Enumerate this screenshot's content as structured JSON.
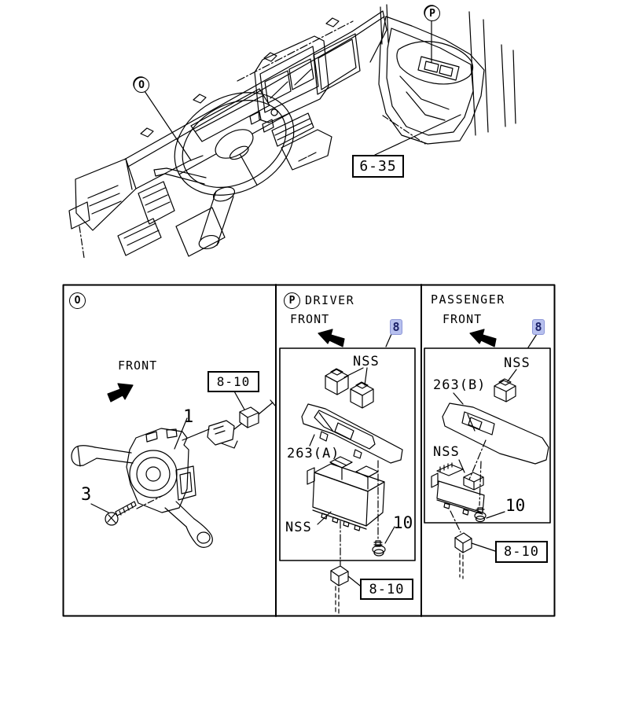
{
  "colors": {
    "line": "#000000",
    "background": "#ffffff",
    "link_bg": "#b7c0ee",
    "link_border": "#8c96d8",
    "link_fg": "#1b2168"
  },
  "overview": {
    "callout_o": "O",
    "callout_p": "P",
    "console_ref": "6-35"
  },
  "panel": {
    "left": {
      "callout": "O",
      "front_label": "FRONT",
      "harness_ref": "8-10",
      "item_1": "1",
      "item_3": "3"
    },
    "driver": {
      "callout": "P",
      "title": "DRIVER",
      "front_label": "FRONT",
      "page_link": "8",
      "nss_switches": "NSS",
      "bezel": "263(A)",
      "nss_master": "NSS",
      "screw": "10",
      "harness_ref": "8-10"
    },
    "passenger": {
      "title": "PASSENGER",
      "front_label": "FRONT",
      "page_link": "8",
      "nss_switch": "NSS",
      "bezel": "263(B)",
      "nss_sub": "NSS",
      "screw": "10",
      "harness_ref": "8-10"
    }
  }
}
